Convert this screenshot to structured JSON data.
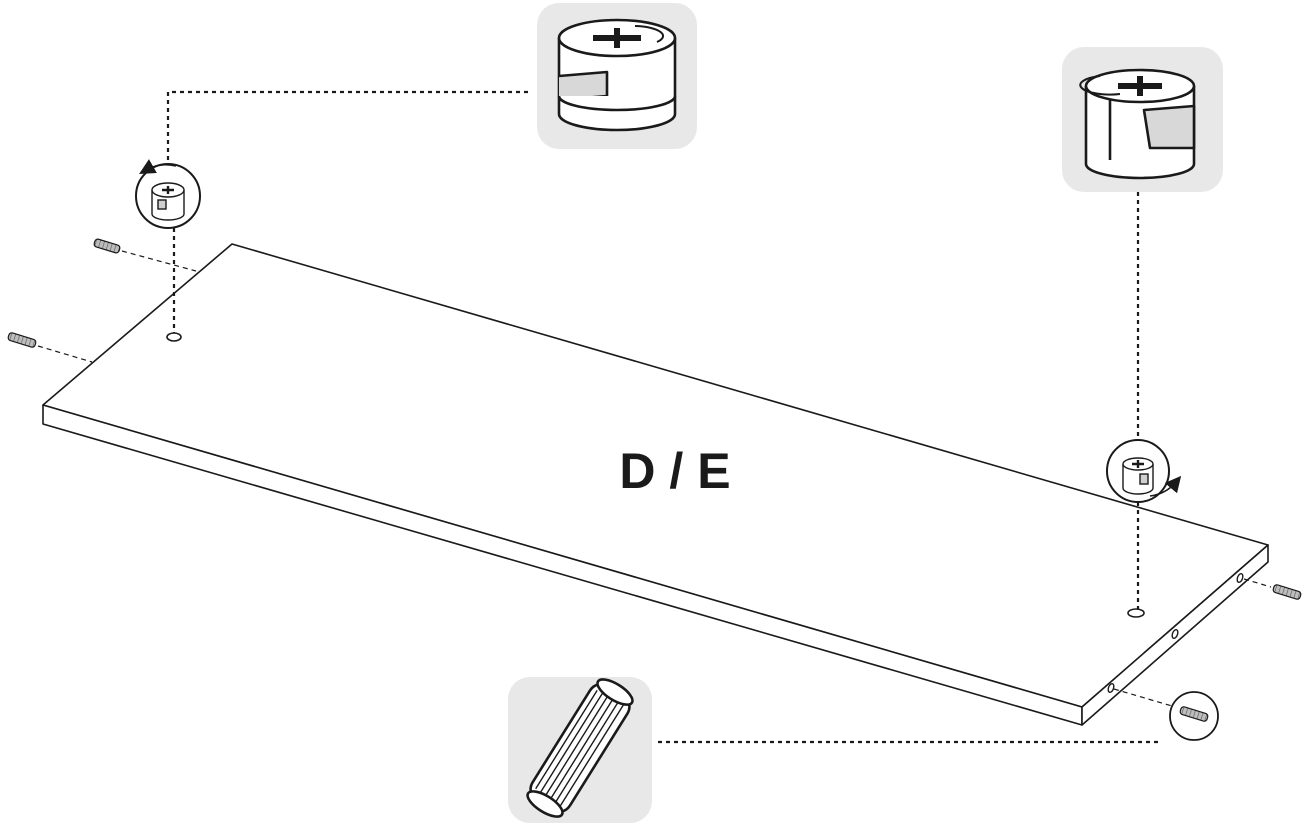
{
  "panel": {
    "label": "D / E"
  },
  "colors": {
    "line": "#1a1a1a",
    "detail_background": "#e8e8e8",
    "fill": "#ffffff"
  },
  "parts": {
    "cam_lock": {
      "icon": "cam-lock-icon",
      "count_shown": 2
    },
    "cam_bolt": {
      "icon": "cam-bolt-icon",
      "count_shown": 4
    },
    "wooden_dowel": {
      "icon": "wooden-dowel-icon",
      "count_shown": 1
    }
  }
}
